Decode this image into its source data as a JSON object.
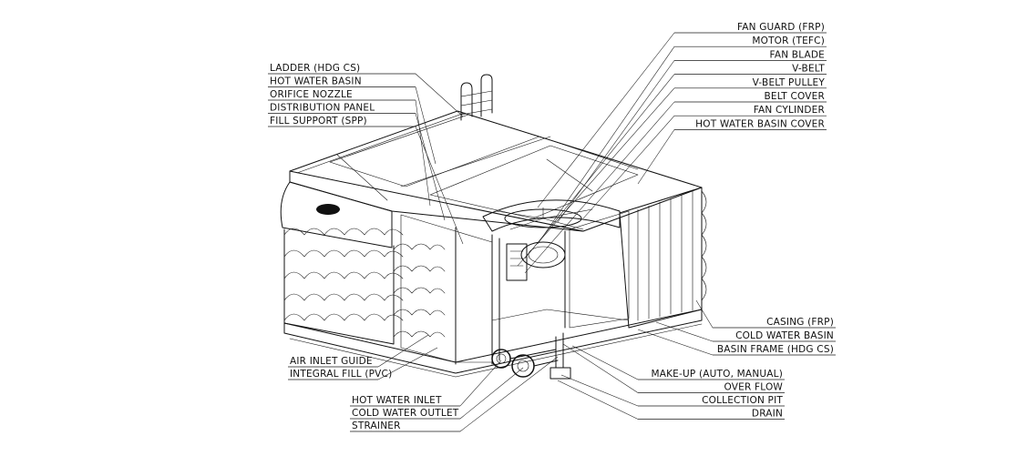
{
  "labels_left": [
    {
      "id": "ladder",
      "text": "LADDER (HDG CS)"
    },
    {
      "id": "hot-water-basin",
      "text": "HOT WATER BASIN"
    },
    {
      "id": "orifice-nozzle",
      "text": "ORIFICE NOZZLE"
    },
    {
      "id": "distribution-panel",
      "text": "DISTRIBUTION PANEL"
    },
    {
      "id": "fill-support",
      "text": "FILL SUPPORT (SPP)"
    }
  ],
  "labels_right_top": [
    {
      "id": "fan-guard",
      "text": "FAN GUARD (FRP)"
    },
    {
      "id": "motor",
      "text": "MOTOR (TEFC)"
    },
    {
      "id": "fan-blade",
      "text": "FAN BLADE"
    },
    {
      "id": "v-belt",
      "text": "V-BELT"
    },
    {
      "id": "v-belt-pulley",
      "text": "V-BELT PULLEY"
    },
    {
      "id": "belt-cover",
      "text": "BELT COVER"
    },
    {
      "id": "fan-cylinder",
      "text": "FAN CYLINDER"
    },
    {
      "id": "hot-water-basin-cover",
      "text": "HOT WATER BASIN COVER"
    }
  ],
  "labels_right_mid": [
    {
      "id": "casing",
      "text": "CASING (FRP)"
    },
    {
      "id": "cold-water-basin",
      "text": "COLD WATER BASIN"
    },
    {
      "id": "basin-frame",
      "text": "BASIN FRAME (HDG CS)"
    }
  ],
  "labels_left_bottom": [
    {
      "id": "air-inlet-guide",
      "text": "AIR INLET GUIDE"
    },
    {
      "id": "integral-fill",
      "text": "INTEGRAL FILL (PVC)"
    }
  ],
  "labels_center_bottom": [
    {
      "id": "hot-water-inlet",
      "text": "HOT WATER INLET"
    },
    {
      "id": "cold-water-outlet",
      "text": "COLD WATER OUTLET"
    },
    {
      "id": "strainer",
      "text": "STRAINER"
    }
  ],
  "labels_right_bottom": [
    {
      "id": "make-up",
      "text": "MAKE-UP (AUTO, MANUAL)"
    },
    {
      "id": "over-flow",
      "text": "OVER FLOW"
    },
    {
      "id": "collection-pit",
      "text": "COLLECTION PIT"
    },
    {
      "id": "drain",
      "text": "DRAIN"
    }
  ],
  "colors": {
    "ink": "#111111",
    "background": "#ffffff"
  }
}
